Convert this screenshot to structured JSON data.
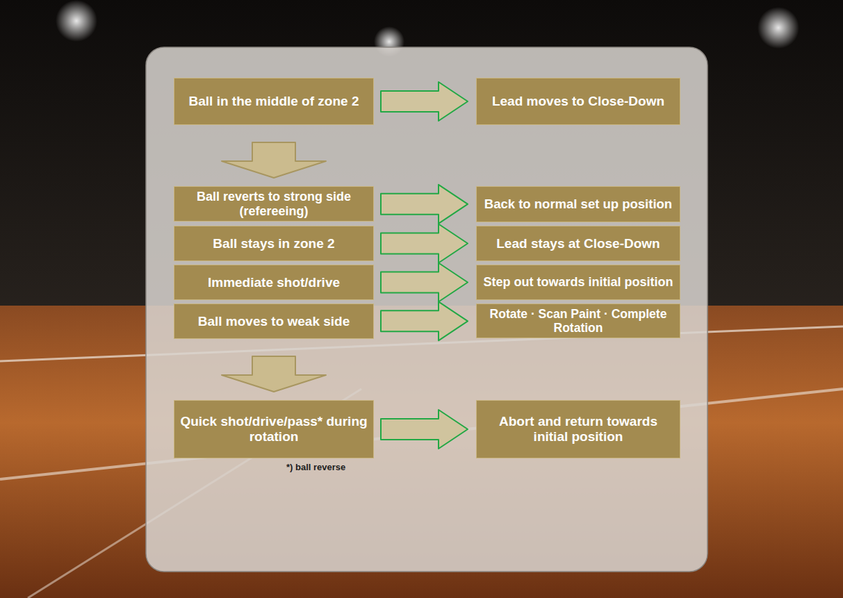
{
  "diagram": {
    "nodes": [
      {
        "text": [
          "Ball in the middle of zone 2"
        ]
      },
      {
        "text": [
          "Lead moves to Close-Down"
        ]
      },
      {
        "text": [
          "Ball reverts to strong side (refereeing)"
        ]
      },
      {
        "text": [
          "Back to normal set up position"
        ]
      },
      {
        "text": [
          "Ball stays in zone 2"
        ]
      },
      {
        "text": [
          "Lead stays at Close-Down"
        ]
      },
      {
        "text": [
          "Immediate shot/drive"
        ]
      },
      {
        "text": [
          "Step out towards initial position"
        ]
      },
      {
        "text": [
          "Ball moves to weak side"
        ]
      },
      {
        "text": [
          "Rotate · Scan Paint · Complete Rotation"
        ]
      },
      {
        "text": [
          "Quick shot/drive/pass* during rotation"
        ]
      },
      {
        "text": [
          "Abort and return towards initial position"
        ]
      }
    ],
    "edges": [
      {
        "from": 0,
        "to": 1,
        "arrow": "to"
      },
      {
        "from": 0,
        "to": 2,
        "arrow": "to"
      },
      {
        "from": 2,
        "to": 3,
        "arrow": "to"
      },
      {
        "from": 4,
        "to": 5,
        "arrow": "to"
      },
      {
        "from": 6,
        "to": 7,
        "arrow": "to"
      },
      {
        "from": 8,
        "to": 9,
        "arrow": "to"
      },
      {
        "from": 8,
        "to": 10,
        "arrow": "to"
      },
      {
        "from": 10,
        "to": 11,
        "arrow": "to"
      }
    ],
    "labels": [
      "*) ball reverse"
    ]
  }
}
